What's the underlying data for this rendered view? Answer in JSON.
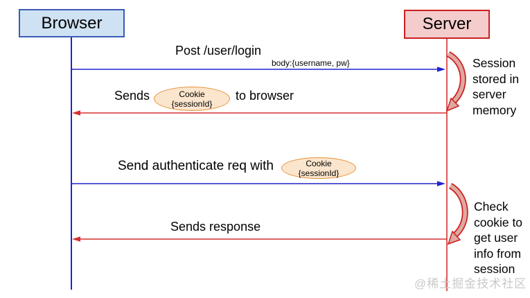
{
  "diagram": {
    "actors": [
      {
        "label": "Browser"
      },
      {
        "label": "Server"
      }
    ],
    "messages": [
      {
        "label": "Post /user/login",
        "sublabel": "body:{username, pw}"
      },
      {
        "prefix": "Sends",
        "suffix": "to browser"
      },
      {
        "prefix": "Send authenticate req with"
      },
      {
        "label": "Sends response"
      }
    ],
    "cookies": [
      {
        "line1": "Cookie",
        "line2": "{sessionId}"
      },
      {
        "line1": "Cookie",
        "line2": "{sessionId}"
      }
    ],
    "annotations": [
      {
        "text": "Session stored in server memory"
      },
      {
        "text": "Check cookie to get user info from session"
      }
    ],
    "watermark": "@稀土掘金技术社区"
  },
  "colors": {
    "blue-line": "#2222cc",
    "red-line": "#d53030",
    "browser-fill": "#cfe2f3",
    "browser-border": "#3b5bb5",
    "server-fill": "#f4cccc",
    "server-border": "#cc1f1f",
    "cookie-fill": "#fce5cd",
    "cookie-border": "#e69138",
    "crescent-fill": "#dfa8a0",
    "crescent-stroke": "#cc1f1f",
    "watermark": "#c9c9c9"
  }
}
